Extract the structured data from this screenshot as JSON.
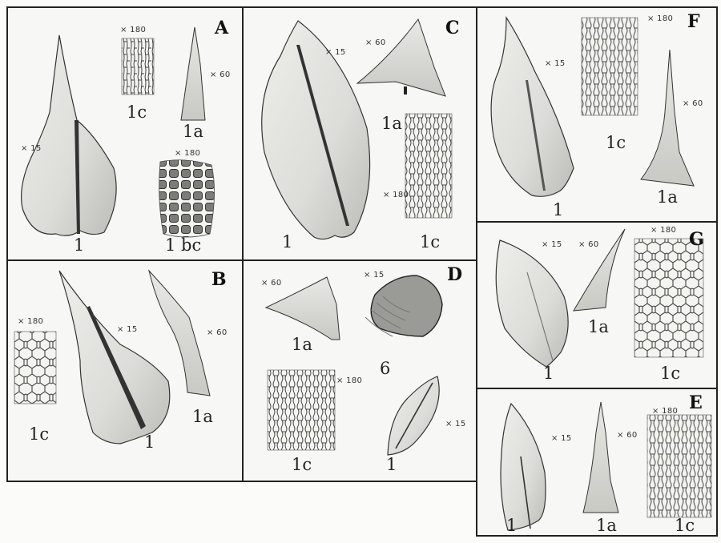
{
  "panels": {
    "A": {
      "letter": "A",
      "mag_leaf": "× 15",
      "mag_tip": "× 60",
      "mag_cells": "× 180",
      "mag_base": "× 180",
      "fig_leaf": "1",
      "fig_tip": "1a",
      "fig_cells": "1c",
      "fig_base": "1 bc"
    },
    "B": {
      "letter": "B",
      "mag_leaf": "× 15",
      "mag_tip": "× 60",
      "mag_cells": "× 180",
      "fig_leaf": "1",
      "fig_tip": "1a",
      "fig_cells": "1c"
    },
    "C": {
      "letter": "C",
      "mag_leaf": "× 15",
      "mag_tip": "× 60",
      "mag_cells": "× 180",
      "fig_leaf": "1",
      "fig_tip": "1a",
      "fig_cells": "1c"
    },
    "D": {
      "letter": "D",
      "mag_tip": "× 60",
      "mag_capsule": "× 15",
      "mag_cells": "× 180",
      "mag_leaf": "× 15",
      "fig_tip": "1a",
      "fig_capsule": "6",
      "fig_cells": "1c",
      "fig_leaf": "1"
    },
    "F": {
      "letter": "F",
      "mag_leaf": "× 15",
      "mag_tip": "× 60",
      "mag_cells": "× 180",
      "fig_leaf": "1",
      "fig_tip": "1a",
      "fig_cells": "1c"
    },
    "G": {
      "letter": "G",
      "mag_leaf": "× 15",
      "mag_tip": "× 60",
      "mag_cells": "× 180",
      "fig_leaf": "1",
      "fig_tip": "1a",
      "fig_cells": "1c"
    },
    "E": {
      "letter": "E",
      "mag_leaf": "× 15",
      "mag_tip": "× 60",
      "mag_cells": "× 180",
      "fig_leaf": "1",
      "fig_tip": "1a",
      "fig_cells": "1c"
    }
  }
}
